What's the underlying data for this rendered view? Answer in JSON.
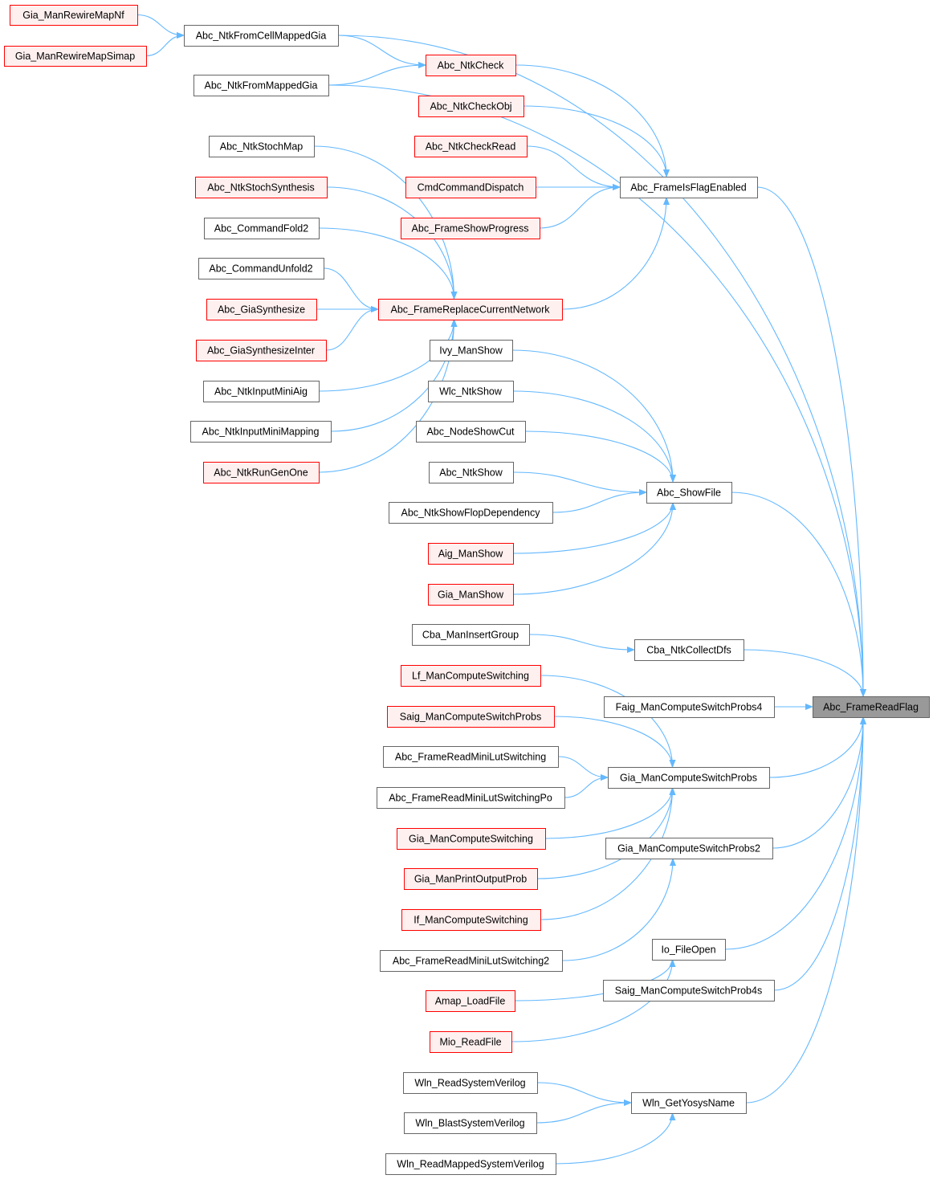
{
  "graph": {
    "title": "Abc_FrameReadFlag caller graph",
    "colors": {
      "edge": "#63b8ff",
      "red_border": "#ff0000",
      "red_fill": "#fff0f0",
      "gray_border": "#666666",
      "focus_fill": "#999999"
    },
    "nodes": [
      {
        "id": "n1",
        "label": "Gia_ManRewireMapNf",
        "style": "red"
      },
      {
        "id": "n2",
        "label": "Gia_ManRewireMapSimap",
        "style": "red"
      },
      {
        "id": "n3",
        "label": "Abc_NtkFromCellMappedGia",
        "style": "plain"
      },
      {
        "id": "n4",
        "label": "Abc_NtkCheck",
        "style": "red"
      },
      {
        "id": "n5",
        "label": "Abc_NtkFromMappedGia",
        "style": "plain"
      },
      {
        "id": "n6",
        "label": "Abc_NtkCheckObj",
        "style": "red"
      },
      {
        "id": "n7",
        "label": "Abc_NtkStochMap",
        "style": "plain"
      },
      {
        "id": "n8",
        "label": "Abc_NtkCheckRead",
        "style": "red"
      },
      {
        "id": "n9",
        "label": "Abc_NtkStochSynthesis",
        "style": "red"
      },
      {
        "id": "n10",
        "label": "CmdCommandDispatch",
        "style": "red"
      },
      {
        "id": "n11",
        "label": "Abc_FrameIsFlagEnabled",
        "style": "plain"
      },
      {
        "id": "n12",
        "label": "Abc_CommandFold2",
        "style": "plain"
      },
      {
        "id": "n13",
        "label": "Abc_FrameShowProgress",
        "style": "red"
      },
      {
        "id": "n14",
        "label": "Abc_CommandUnfold2",
        "style": "plain"
      },
      {
        "id": "n15",
        "label": "Abc_GiaSynthesize",
        "style": "red"
      },
      {
        "id": "n16",
        "label": "Abc_FrameReplaceCurrentNetwork",
        "style": "red"
      },
      {
        "id": "n17",
        "label": "Abc_GiaSynthesizeInter",
        "style": "red"
      },
      {
        "id": "n18",
        "label": "Ivy_ManShow",
        "style": "plain"
      },
      {
        "id": "n19",
        "label": "Abc_NtkInputMiniAig",
        "style": "plain"
      },
      {
        "id": "n20",
        "label": "Wlc_NtkShow",
        "style": "plain"
      },
      {
        "id": "n21",
        "label": "Abc_NtkInputMiniMapping",
        "style": "plain"
      },
      {
        "id": "n22",
        "label": "Abc_NodeShowCut",
        "style": "plain"
      },
      {
        "id": "n23",
        "label": "Abc_NtkRunGenOne",
        "style": "red"
      },
      {
        "id": "n24",
        "label": "Abc_NtkShow",
        "style": "plain"
      },
      {
        "id": "n25",
        "label": "Abc_ShowFile",
        "style": "plain"
      },
      {
        "id": "n26",
        "label": "Abc_NtkShowFlopDependency",
        "style": "plain"
      },
      {
        "id": "n27",
        "label": "Aig_ManShow",
        "style": "red"
      },
      {
        "id": "n28",
        "label": "Gia_ManShow",
        "style": "red"
      },
      {
        "id": "n29",
        "label": "Cba_ManInsertGroup",
        "style": "plain"
      },
      {
        "id": "n30",
        "label": "Cba_NtkCollectDfs",
        "style": "plain"
      },
      {
        "id": "n31",
        "label": "Lf_ManComputeSwitching",
        "style": "red"
      },
      {
        "id": "n32",
        "label": "Faig_ManComputeSwitchProbs4",
        "style": "plain"
      },
      {
        "id": "n33",
        "label": "Abc_FrameReadFlag",
        "style": "focus"
      },
      {
        "id": "n34",
        "label": "Saig_ManComputeSwitchProbs",
        "style": "red"
      },
      {
        "id": "n35",
        "label": "Abc_FrameReadMiniLutSwitching",
        "style": "plain"
      },
      {
        "id": "n36",
        "label": "Gia_ManComputeSwitchProbs",
        "style": "plain"
      },
      {
        "id": "n37",
        "label": "Abc_FrameReadMiniLutSwitchingPo",
        "style": "plain"
      },
      {
        "id": "n38",
        "label": "Gia_ManComputeSwitching",
        "style": "red"
      },
      {
        "id": "n39",
        "label": "Gia_ManComputeSwitchProbs2",
        "style": "plain"
      },
      {
        "id": "n40",
        "label": "Gia_ManPrintOutputProb",
        "style": "red"
      },
      {
        "id": "n41",
        "label": "If_ManComputeSwitching",
        "style": "red"
      },
      {
        "id": "n42",
        "label": "Io_FileOpen",
        "style": "plain"
      },
      {
        "id": "n43",
        "label": "Abc_FrameReadMiniLutSwitching2",
        "style": "plain"
      },
      {
        "id": "n44",
        "label": "Saig_ManComputeSwitchProb4s",
        "style": "plain"
      },
      {
        "id": "n45",
        "label": "Amap_LoadFile",
        "style": "red"
      },
      {
        "id": "n46",
        "label": "Mio_ReadFile",
        "style": "red"
      },
      {
        "id": "n47",
        "label": "Wln_ReadSystemVerilog",
        "style": "plain"
      },
      {
        "id": "n48",
        "label": "Wln_GetYosysName",
        "style": "plain"
      },
      {
        "id": "n49",
        "label": "Wln_BlastSystemVerilog",
        "style": "plain"
      },
      {
        "id": "n50",
        "label": "Wln_ReadMappedSystemVerilog",
        "style": "plain"
      }
    ],
    "edges": [
      [
        "n1",
        "n3"
      ],
      [
        "n2",
        "n3"
      ],
      [
        "n3",
        "n4"
      ],
      [
        "n3",
        "n33"
      ],
      [
        "n5",
        "n4"
      ],
      [
        "n5",
        "n33"
      ],
      [
        "n4",
        "n11"
      ],
      [
        "n6",
        "n11"
      ],
      [
        "n8",
        "n11"
      ],
      [
        "n10",
        "n11"
      ],
      [
        "n13",
        "n11"
      ],
      [
        "n16",
        "n11"
      ],
      [
        "n11",
        "n33"
      ],
      [
        "n7",
        "n16"
      ],
      [
        "n9",
        "n16"
      ],
      [
        "n12",
        "n16"
      ],
      [
        "n14",
        "n16"
      ],
      [
        "n15",
        "n16"
      ],
      [
        "n17",
        "n16"
      ],
      [
        "n19",
        "n16"
      ],
      [
        "n21",
        "n16"
      ],
      [
        "n23",
        "n16"
      ],
      [
        "n18",
        "n25"
      ],
      [
        "n20",
        "n25"
      ],
      [
        "n22",
        "n25"
      ],
      [
        "n24",
        "n25"
      ],
      [
        "n26",
        "n25"
      ],
      [
        "n27",
        "n25"
      ],
      [
        "n28",
        "n25"
      ],
      [
        "n25",
        "n33"
      ],
      [
        "n29",
        "n30"
      ],
      [
        "n30",
        "n33"
      ],
      [
        "n32",
        "n33"
      ],
      [
        "n31",
        "n36"
      ],
      [
        "n34",
        "n36"
      ],
      [
        "n35",
        "n36"
      ],
      [
        "n37",
        "n36"
      ],
      [
        "n38",
        "n36"
      ],
      [
        "n40",
        "n36"
      ],
      [
        "n41",
        "n36"
      ],
      [
        "n36",
        "n33"
      ],
      [
        "n43",
        "n39"
      ],
      [
        "n39",
        "n33"
      ],
      [
        "n45",
        "n42"
      ],
      [
        "n46",
        "n42"
      ],
      [
        "n42",
        "n33"
      ],
      [
        "n44",
        "n33"
      ],
      [
        "n47",
        "n48"
      ],
      [
        "n49",
        "n48"
      ],
      [
        "n50",
        "n48"
      ],
      [
        "n48",
        "n33"
      ]
    ]
  }
}
